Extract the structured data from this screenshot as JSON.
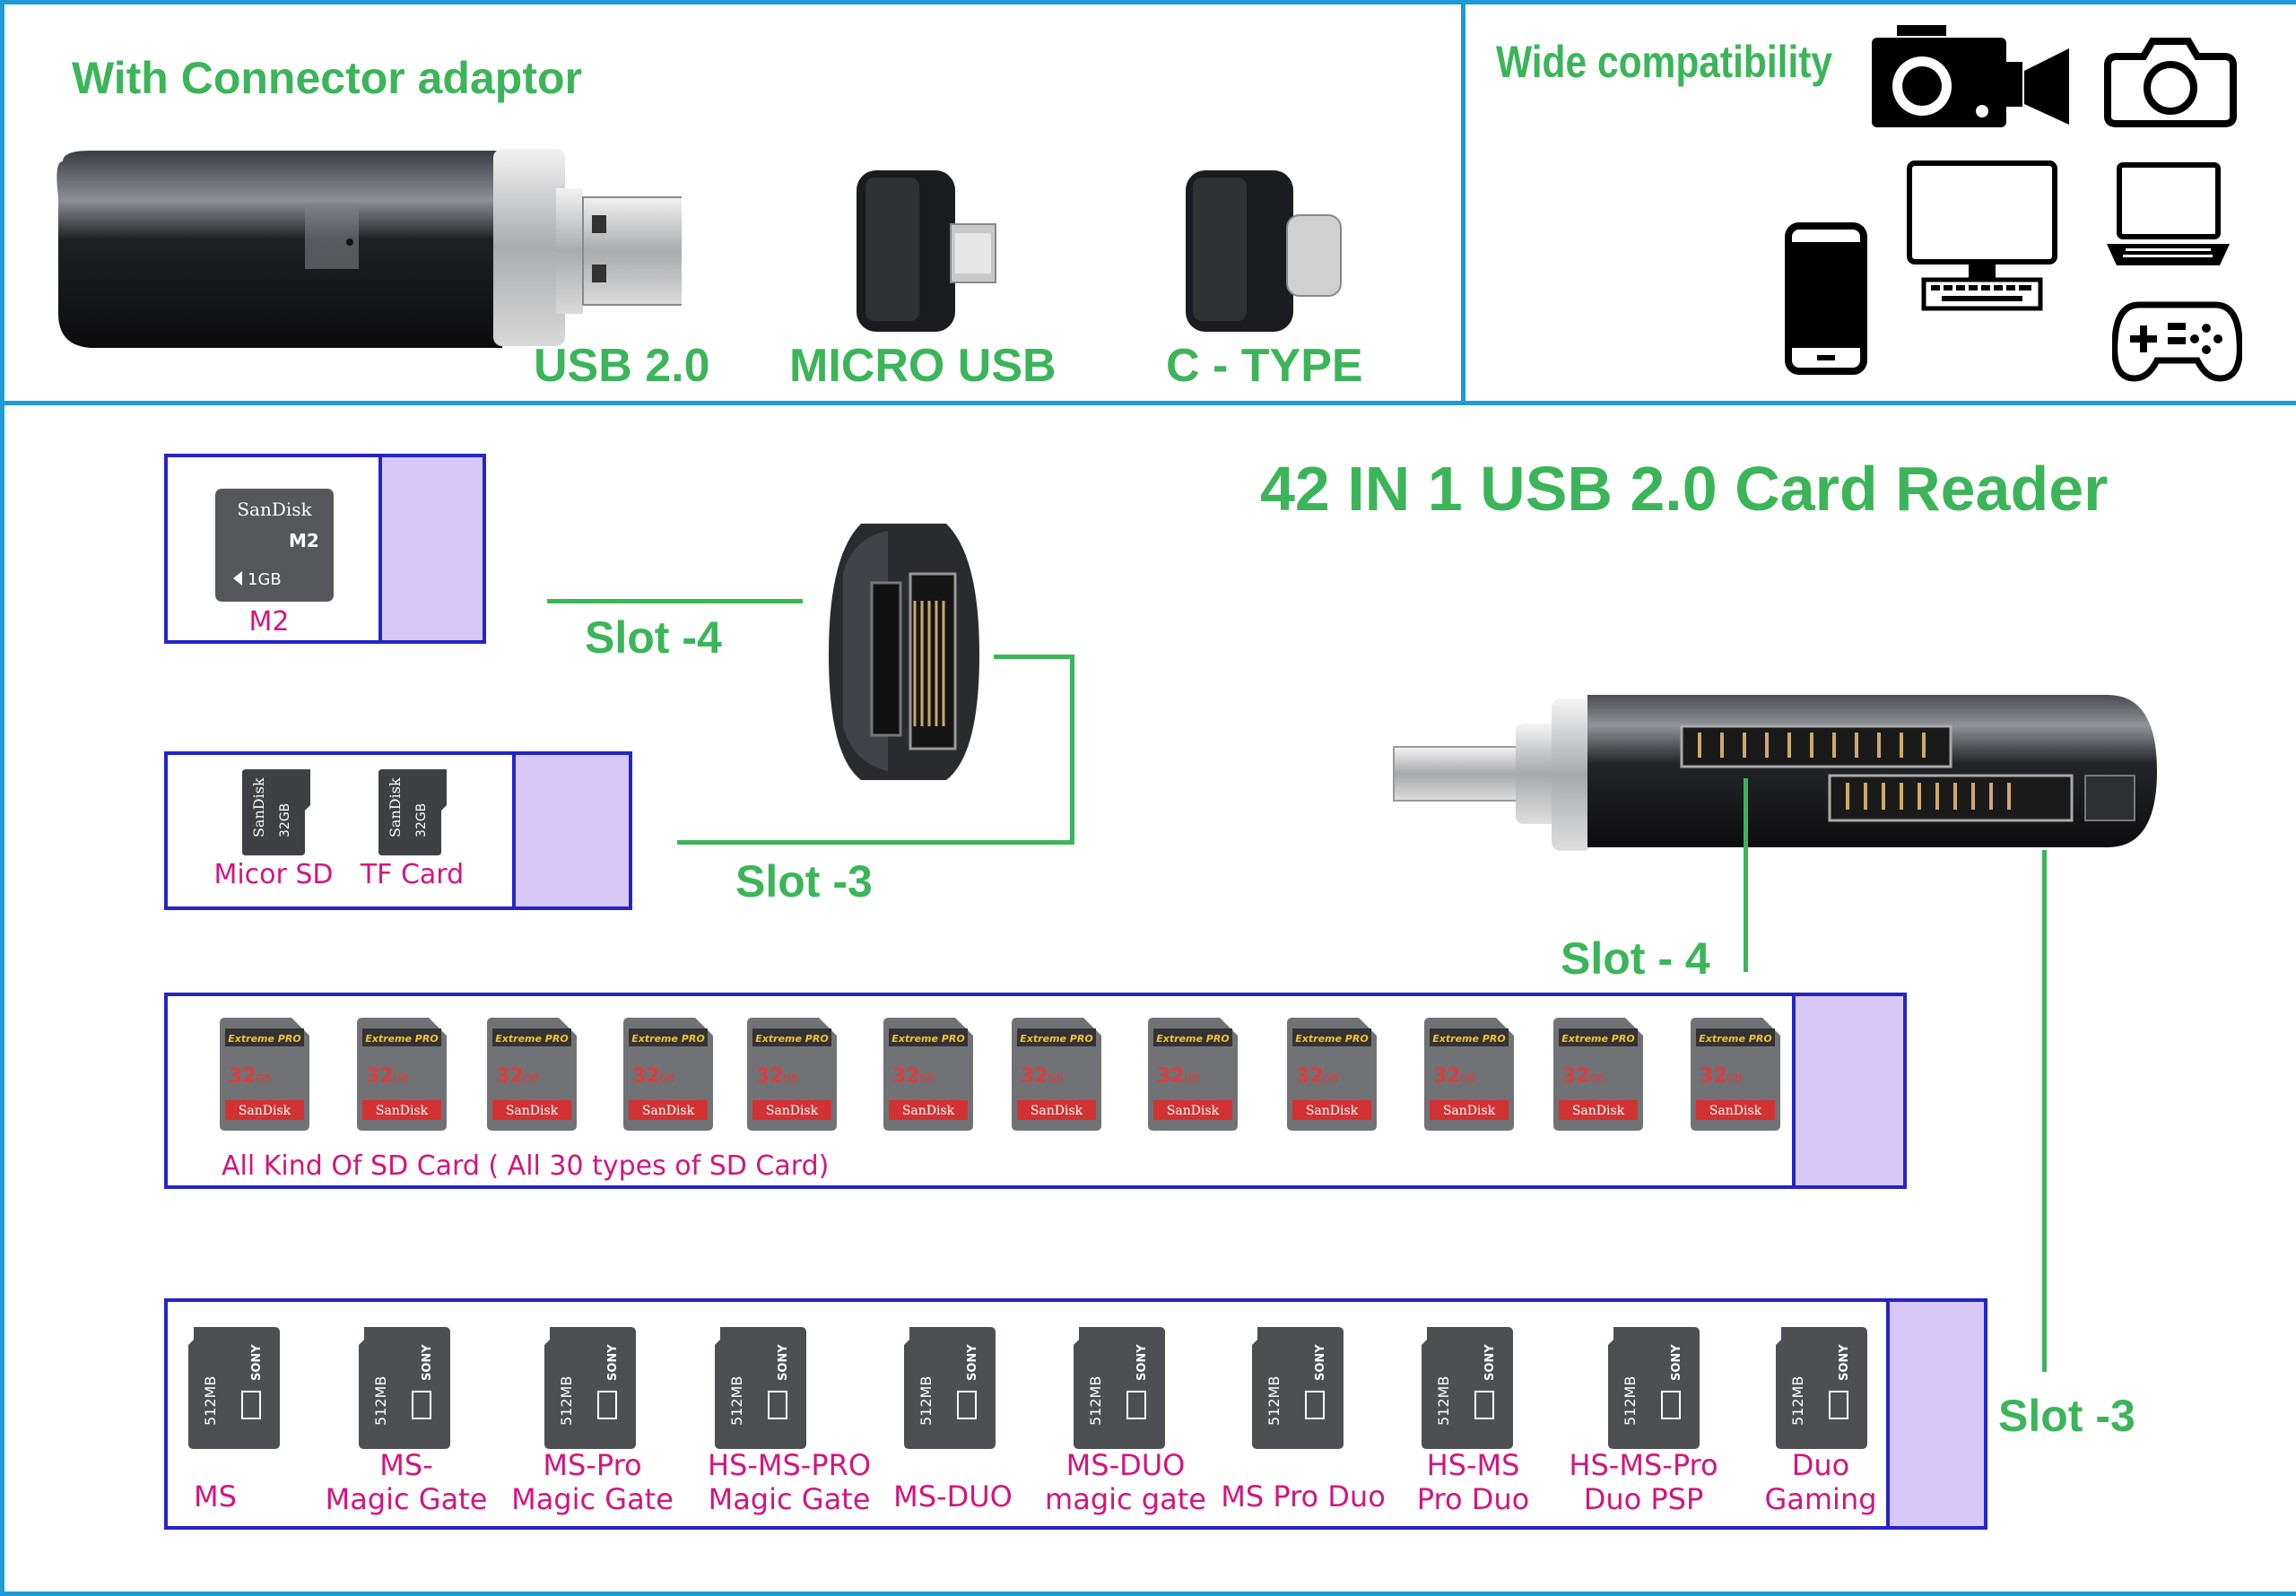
{
  "top_left": {
    "title": "With Connector adaptor",
    "adaptors": [
      "USB 2.0",
      "MICRO USB",
      "C - TYPE"
    ]
  },
  "top_right": {
    "title": "Wide compatibility",
    "icons": [
      "video-camera-icon",
      "photo-camera-icon",
      "smartphone-icon",
      "desktop-computer-icon",
      "laptop-icon",
      "gamepad-icon"
    ]
  },
  "main": {
    "title": "42 IN 1 USB 2.0 Card Reader",
    "slots": {
      "slot4_left": "Slot -4",
      "slot3_left": "Slot -3",
      "slot4_right": "Slot - 4",
      "slot3_right": "Slot -3"
    },
    "m2": {
      "label": "M2",
      "card_brand": "SanDisk",
      "card_type": "M2",
      "card_capacity": "1GB"
    },
    "micro": {
      "labels": [
        "Micor SD",
        "TF Card"
      ],
      "card_brand": "SanDisk",
      "card_capacity": "32GB"
    },
    "sd": {
      "caption": "All Kind Of SD Card ( All 30 types of SD Card)",
      "count": 12,
      "card_series": "Extreme PRO",
      "card_capacity": "32",
      "card_unit": "GB",
      "card_brand": "SanDisk"
    },
    "ms": {
      "labels": [
        "MS",
        "MS-\nMagic Gate",
        "MS-Pro\nMagic Gate",
        "HS-MS-PRO\nMagic Gate",
        "MS-DUO",
        "MS-DUO\nmagic gate",
        "MS Pro Duo",
        "HS-MS\nPro Duo",
        "HS-MS-Pro\nDuo PSP",
        "Duo\nGaming"
      ],
      "card_brand": "SONY",
      "card_capacity": "512MB"
    },
    "colors": {
      "green": "#3cb55a",
      "magenta": "#d4157c",
      "frame": "#1e9ad6",
      "slot_fill": "#d8c8f8",
      "box_border": "#2424c8"
    }
  }
}
